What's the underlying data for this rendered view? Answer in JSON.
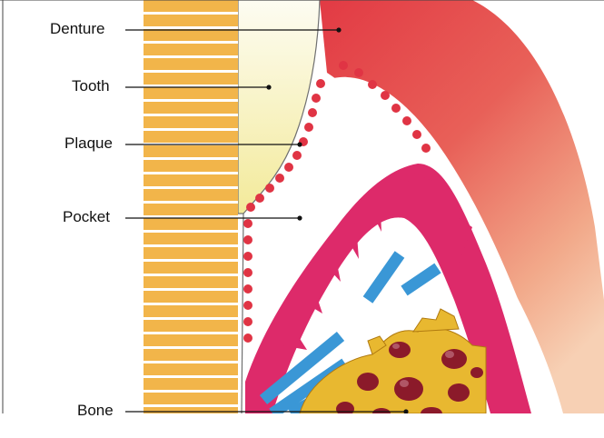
{
  "labels": {
    "denture": "Denture",
    "tooth": "Tooth",
    "plaque": "Plaque",
    "pocket": "Pocket",
    "bone": "Bone"
  },
  "colors": {
    "denture_stripe": "#f2b54a",
    "tooth": "#f5efb0",
    "gum": "#e04048",
    "gum_light": "#f5c3a0",
    "plaque_dot": "#e03444",
    "tissue": "#dd2a6a",
    "fiber": "#3a97d6",
    "bone": "#e8b830",
    "marrow": "#8b1a2a",
    "leader": "#111111"
  },
  "icons": [
    "tooth-icon",
    "gum-icon",
    "bone-icon"
  ]
}
